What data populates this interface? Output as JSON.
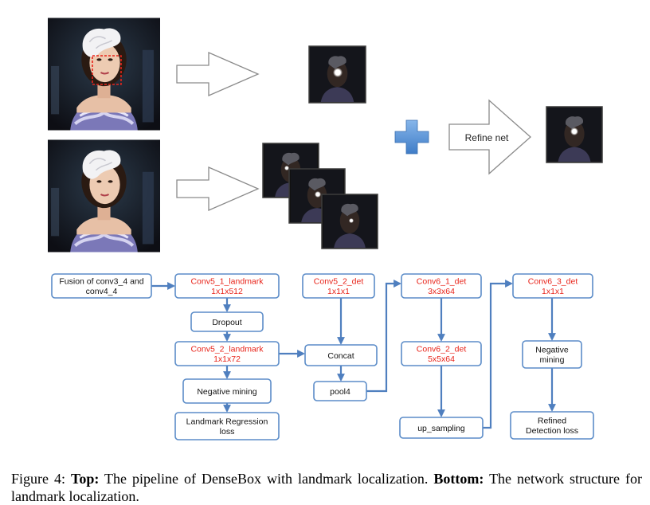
{
  "figure": {
    "top": {
      "refine_label": "Refine net",
      "icons": [
        "outline-arrow-icon",
        "plus-icon",
        "face-photo-image",
        "heatmap-image"
      ]
    },
    "nodes": [
      {
        "id": "fusion",
        "lines": [
          "Fusion of conv3_4 and",
          "conv4_4"
        ],
        "color": "black"
      },
      {
        "id": "c51l",
        "lines": [
          "Conv5_1_landmark",
          "1x1x512"
        ],
        "color": "red"
      },
      {
        "id": "dropout",
        "lines": [
          "Dropout"
        ],
        "color": "black"
      },
      {
        "id": "c52l",
        "lines": [
          "Conv5_2_landmark",
          "1x1x72"
        ],
        "color": "red"
      },
      {
        "id": "negmine1",
        "lines": [
          "Negative mining"
        ],
        "color": "black"
      },
      {
        "id": "lmloss",
        "lines": [
          "Landmark Regression",
          "loss"
        ],
        "color": "black"
      },
      {
        "id": "c52d",
        "lines": [
          "Conv5_2_det",
          "1x1x1"
        ],
        "color": "red"
      },
      {
        "id": "concat",
        "lines": [
          "Concat"
        ],
        "color": "black"
      },
      {
        "id": "pool4",
        "lines": [
          "pool4"
        ],
        "color": "black"
      },
      {
        "id": "c61d",
        "lines": [
          "Conv6_1_det",
          "3x3x64"
        ],
        "color": "red"
      },
      {
        "id": "c62d",
        "lines": [
          "Conv6_2_det",
          "5x5x64"
        ],
        "color": "red"
      },
      {
        "id": "upsamp",
        "lines": [
          "up_sampling"
        ],
        "color": "black"
      },
      {
        "id": "c63d",
        "lines": [
          "Conv6_3_det",
          "1x1x1"
        ],
        "color": "red"
      },
      {
        "id": "negmine2",
        "lines": [
          "Negative",
          "mining"
        ],
        "color": "black"
      },
      {
        "id": "detloss",
        "lines": [
          "Refined",
          "Detection loss"
        ],
        "color": "black"
      }
    ]
  },
  "caption": {
    "label": "Figure 4:",
    "top_bold": "Top:",
    "top_text": "The pipeline of DenseBox with landmark localization.",
    "bottom_bold": "Bottom:",
    "bottom_text": "The network structure for landmark localization."
  }
}
